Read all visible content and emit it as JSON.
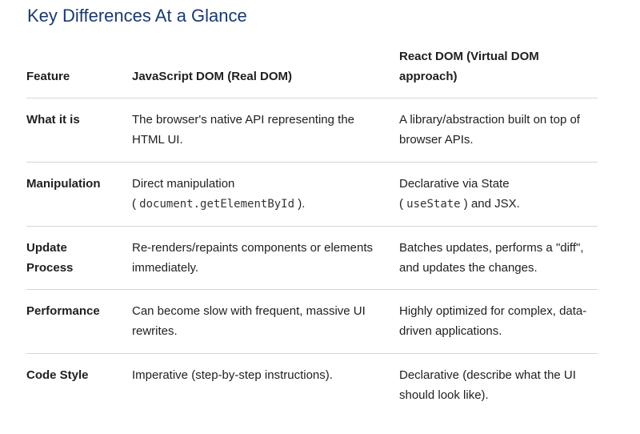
{
  "title": "Key Differences At a Glance",
  "headers": {
    "feature": "Feature",
    "js_dom": "JavaScript DOM (Real DOM)",
    "react_dom": "React DOM (Virtual DOM approach)"
  },
  "rows": [
    {
      "feature": "What it is",
      "js_dom": "The browser's native API representing the HTML UI.",
      "react_dom": "A library/abstraction built on top of browser APIs."
    },
    {
      "feature": "Manipulation",
      "js_dom_prefix": "Direct manipulation",
      "js_dom_code": "document.getElementById",
      "react_dom_prefix": "Declarative via State",
      "react_dom_code": "useState",
      "react_dom_suffix": "and JSX."
    },
    {
      "feature": "Update Process",
      "js_dom": "Re-renders/repaints components or elements immediately.",
      "react_dom": "Batches updates, performs a \"diff\", and updates the changes."
    },
    {
      "feature": "Performance",
      "js_dom": "Can become slow with frequent, massive UI rewrites.",
      "react_dom": "Highly optimized for complex, data-driven applications."
    },
    {
      "feature": "Code Style",
      "js_dom": "Imperative (step-by-step instructions).",
      "react_dom": "Declarative (describe what the UI should look like)."
    }
  ]
}
